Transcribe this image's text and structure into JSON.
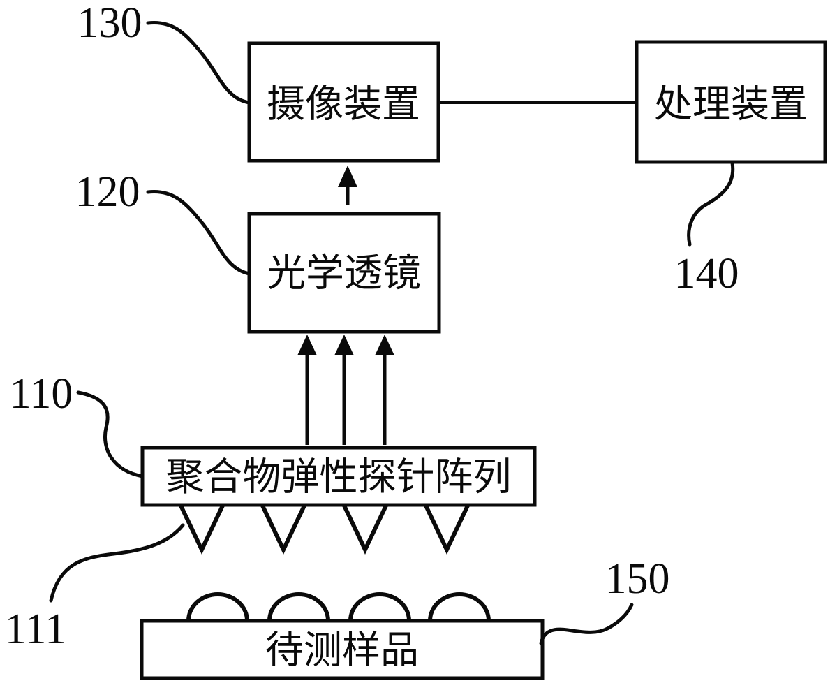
{
  "figure": {
    "boxes": {
      "camera": {
        "label": "摄像装置"
      },
      "processor": {
        "label": "处理装置"
      },
      "lens": {
        "label": "光学透镜"
      },
      "probe_array": {
        "label": "聚合物弹性探针阵列"
      },
      "sample": {
        "label": "待测样品"
      }
    },
    "ref_labels": {
      "camera": "130",
      "lens": "120",
      "probe_array": "110",
      "probe_tips": "111",
      "processor": "140",
      "sample": "150"
    },
    "colors": {
      "line": "#0a0a0a",
      "background": "#ffffff"
    }
  }
}
